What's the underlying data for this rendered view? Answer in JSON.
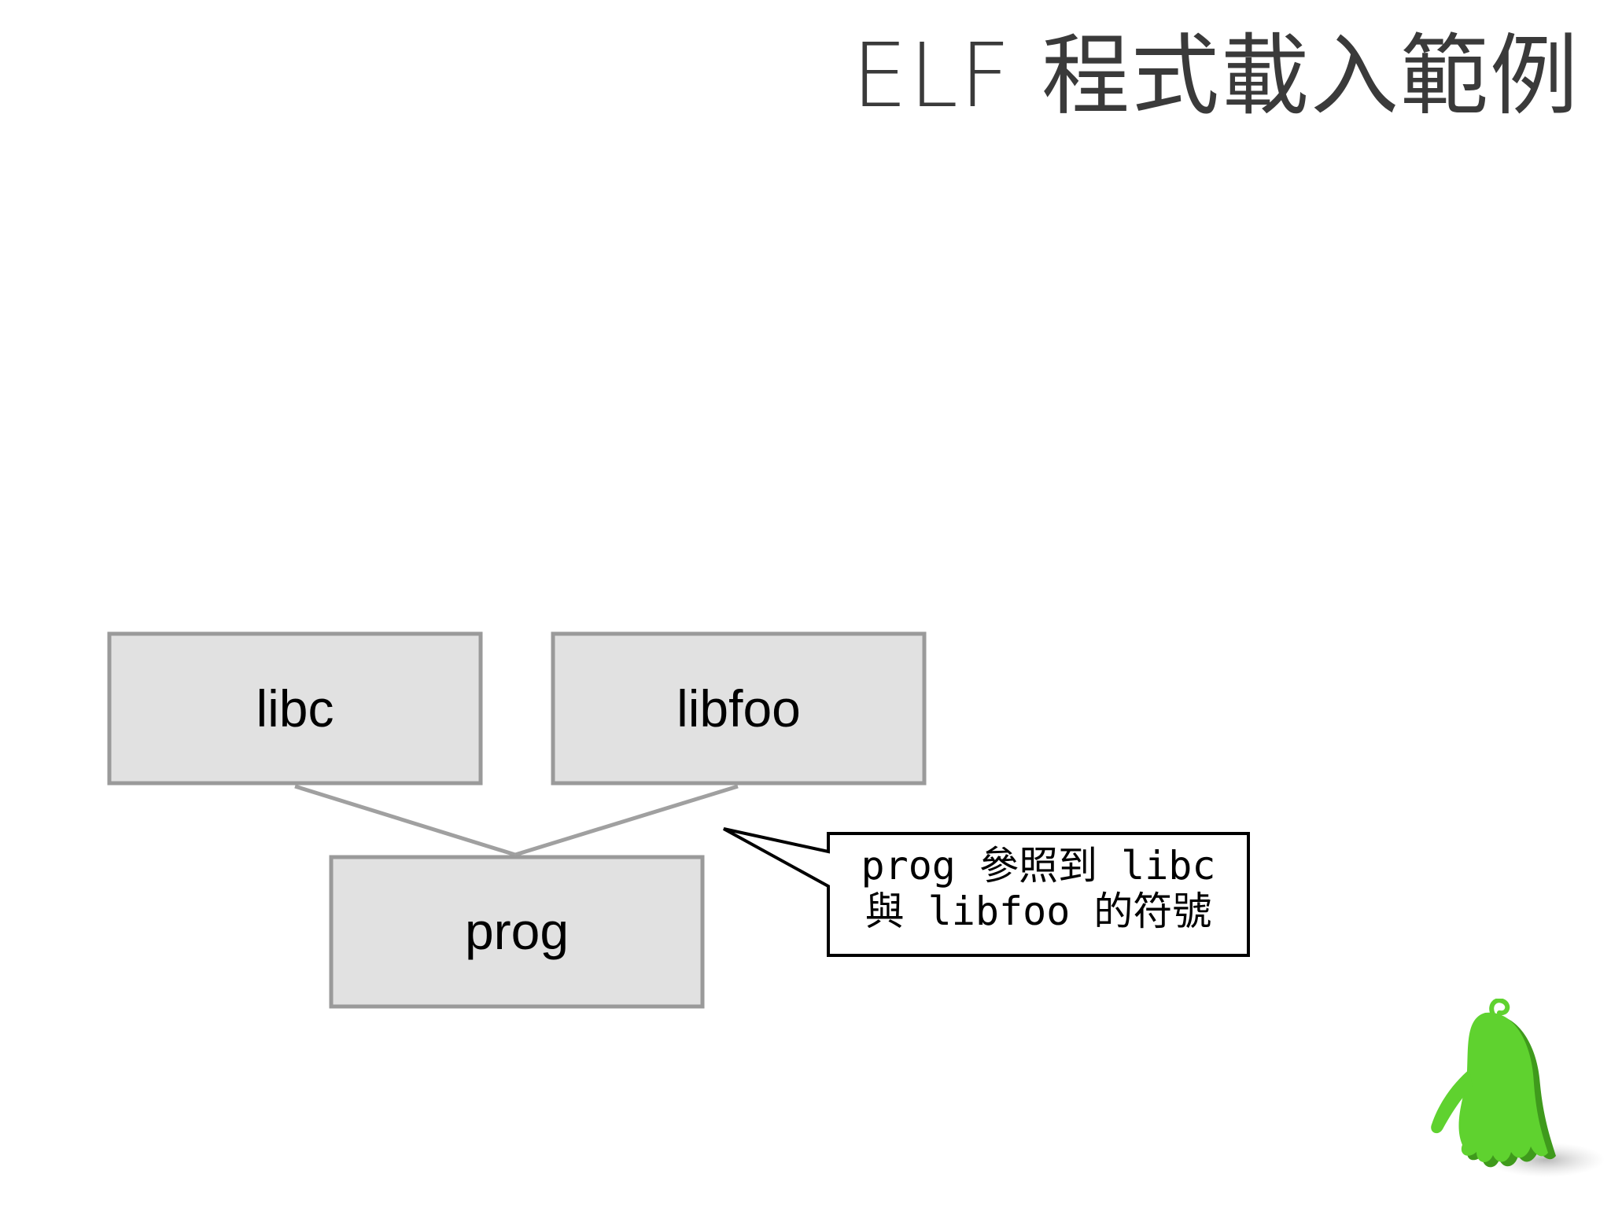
{
  "slide": {
    "title": "ELF 程式載入範例"
  },
  "diagram": {
    "nodes": [
      {
        "id": "libc",
        "label": "libc"
      },
      {
        "id": "libfoo",
        "label": "libfoo"
      },
      {
        "id": "prog",
        "label": "prog"
      }
    ],
    "edges": [
      {
        "from": "prog",
        "to": "libc"
      },
      {
        "from": "prog",
        "to": "libfoo"
      }
    ],
    "callout": {
      "line1": "prog 參照到 libc",
      "line2": "與 libfoo 的符號"
    }
  },
  "colors": {
    "background": "#ffffff",
    "title_text": "#3a3a3a",
    "node_fill": "#e1e1e1",
    "node_stroke": "#9a9a9a",
    "edge": "#a0a0a0",
    "callout_fill": "#ffffff",
    "callout_stroke": "#000000",
    "mascot_green": "#5fd22f"
  },
  "mascot": {
    "icon": "green-ghost-mascot-icon"
  }
}
